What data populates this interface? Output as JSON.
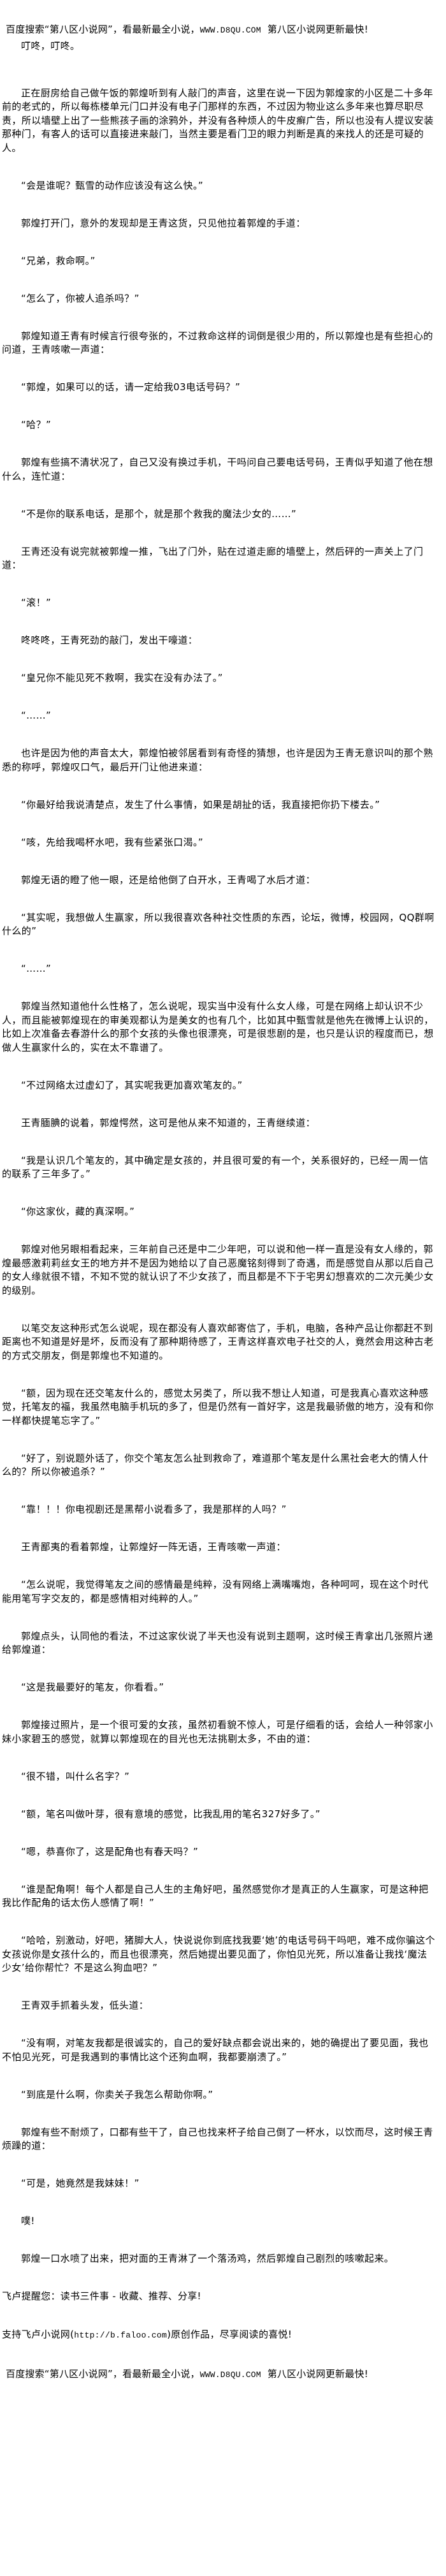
{
  "header_banner": {
    "prefix": "百度搜索“第八区小说网”，看最新最全小说，",
    "url": "WWW.D8QU.COM",
    "suffix": "  第八区小说网更新最快!"
  },
  "paragraphs": [
    "叮咚，叮咚。",
    "正在厨房给自己做午饭的郭煌听到有人敲门的声音，这里在说一下因为郭煌家的小区是二十多年前的老式的，所以每栋楼单元门口并没有电子门那样的东西，不过因为物业这么多年来也算尽职尽责，所以墙壁上出了一些熊孩子画的涂鸦外，并没有各种烦人的牛皮癣广告，所以也没有人提议安装那种门，有客人的话可以直接进来敲门，当然主要是看门卫的眼力判断是真的来找人的还是可疑的人。",
    "“会是谁呢？甄雪的动作应该没有这么快。”",
    "郭煌打开门，意外的发现却是王青这货，只见他拉着郭煌的手道：",
    "“兄弟，救命啊。”",
    "“怎么了，你被人追杀吗？”",
    "郭煌知道王青有时候言行很夸张的，不过救命这样的词倒是很少用的，所以郭煌也是有些担心的问道，王青咳嗽一声道：",
    "“郭煌，如果可以的话，请一定给我03电话号码？”",
    "“哈？”",
    "郭煌有些搞不清状况了，自己又没有换过手机，干吗问自己要电话号码，王青似乎知道了他在想什么，连忙道：",
    "“不是你的联系电话，是那个，就是那个救我的魔法少女的……”",
    "王青还没有说完就被郭煌一推，飞出了门外，贴在过道走廊的墙壁上，然后砰的一声关上了门道：",
    "“滚！”",
    "咚咚咚，王青死劲的敲门，发出干嚎道：",
    "“皇兄你不能见死不救啊，我实在没有办法了。”",
    "“……”",
    "也许是因为他的声音太大，郭煌怕被邻居看到有奇怪的猜想，也许是因为王青无意识叫的那个熟悉的称呼，郭煌叹口气，最后开门让他进来道：",
    "“你最好给我说清楚点，发生了什么事情，如果是胡扯的话，我直接把你扔下楼去。”",
    "“咳，先给我喝杯水吧，我有些紧张口渴。”",
    "郭煌无语的瞪了他一眼，还是给他倒了白开水，王青喝了水后才道：",
    "“其实呢，我想做人生赢家，所以我很喜欢各种社交性质的东西，论坛，微博，校园网，QQ群啊什么的”",
    "“……”",
    "郭煌当然知道他什么性格了，怎么说呢，现实当中没有什么女人缘，可是在网络上却认识不少人，而且能被郭煌现在的审美观都认为是美女的也有几个，比如其中甄雪就是他先在微博上认识的，比如上次准备去春游什么的那个女孩的头像也很漂亮，可是很悲剧的是，也只是认识的程度而已，想做人生赢家什么的，实在太不靠谱了。",
    "“不过网络太过虚幻了，其实呢我更加喜欢笔友的。”",
    "王青腼腆的说着，郭煌愕然，这可是他从来不知道的，王青继续道：",
    "“我是认识几个笔友的，其中确定是女孩的，并且很可爱的有一个，关系很好的，已经一周一信的联系了三年多了。”",
    "“你这家伙，藏的真深啊。”",
    "郭煌对他另眼相看起来，三年前自己还是中二少年吧，可以说和他一样一直是没有女人缘的，郭煌最感激莉莉丝女王的地方并不是因为她给以了自己恶魔铭刻得到了奇遇，而是感觉自从那以后自己的女人缘就很不错，不知不觉的就认识了不少女孩了，而且都是不下于宅男幻想喜欢的二次元美少女的级别。",
    "以笔交友这种形式怎么说呢，现在都没有人喜欢邮寄信了，手机，电脑，各种产品让你都赶不到距离也不知道是好是坏，反而没有了那种期待感了，王青这样喜欢电子社交的人，竟然会用这种古老的方式交朋友，倒是郭煌也不知道的。",
    "“额，因为现在还交笔友什么的，感觉太另类了，所以我不想让人知道，可是我真心喜欢这种感觉，托笔友的福，我虽然电脑手机玩的多了，但是仍然有一首好字，这是我最骄傲的地方，没有和你一样都快提笔忘字了。”",
    "“好了，别说题外话了，你交个笔友怎么扯到救命了，难道那个笔友是什么黑社会老大的情人什么的？所以你被追杀？”",
    "“靠！！！你电视剧还是黑帮小说看多了，我是那样的人吗？”",
    "王青鄙夷的看着郭煌，让郭煌好一阵无语，王青咳嗽一声道：",
    "“怎么说呢，我觉得笔友之间的感情最是纯粹，没有网络上满嘴嘴炮，各种呵呵，现在这个时代能用笔写字交友的，都是感情相对纯粹的人。”",
    "郭煌点头，认同他的看法，不过这家伙说了半天也没有说到主题啊，这时候王青拿出几张照片递给郭煌道：",
    "“这是我最要好的笔友，你看看。”",
    "郭煌接过照片，是一个很可爱的女孩，虽然初看貌不惊人，可是仔细看的话，会给人一种邻家小妹小家碧玉的感觉，就算以郭煌现在的目光也无法挑剔太多，不由的道：",
    "“很不错，叫什么名字？”",
    "“额，笔名叫做叶芽，很有意境的感觉，比我乱用的笔名327好多了。”",
    "“嗯，恭喜你了，这是配角也有春天吗？”",
    "“谁是配角啊！每个人都是自己人生的主角好吧，虽然感觉你才是真正的人生赢家，可是这种把我比作配角的话太伤人感情了啊！”",
    "“哈哈，别激动，好吧，猪脚大人，快说说你到底找我要‘她’的电话号码干吗吧，难不成你骗这个女孩说你是女孩什么的，而且也很漂亮，然后她提出要见面了，你怕见光死，所以准备让我找‘魔法少女’给你帮忙？不是这么狗血吧？”",
    "王青双手抓着头发，低头道：",
    "“没有啊，对笔友我都是很诚实的，自己的爱好缺点都会说出来的，她的确提出了要见面，我也不怕见光死，可是我遇到的事情比这个还狗血啊，我都要崩溃了。”",
    "“到底是什么啊，你卖关子我怎么帮助你啊。”",
    "郭煌有些不耐烦了，口都有些干了，自己也找来杯子给自己倒了一杯水，以饮而尽，这时候王青烦躁的道：",
    "“可是，她竟然是我妹妹！”",
    "噗!",
    "郭煌一口水喷了出来，把对面的王青淋了一个落汤鸡，然后郭煌自己剧烈的咳嗽起来。"
  ],
  "footer": {
    "reminder": "飞卢提醒您：读书三件事 - 收藏、推荐、分享!",
    "support_prefix": "支持飞卢小说网(",
    "support_url": "http://b.faloo.com",
    "support_suffix": ")原创作品，尽享阅读的喜悦!"
  },
  "footer_banner": {
    "prefix": "百度搜索“第八区小说网”，看最新最全小说，",
    "url": "WWW.D8QU.COM",
    "suffix": "  第八区小说网更新最快!"
  }
}
